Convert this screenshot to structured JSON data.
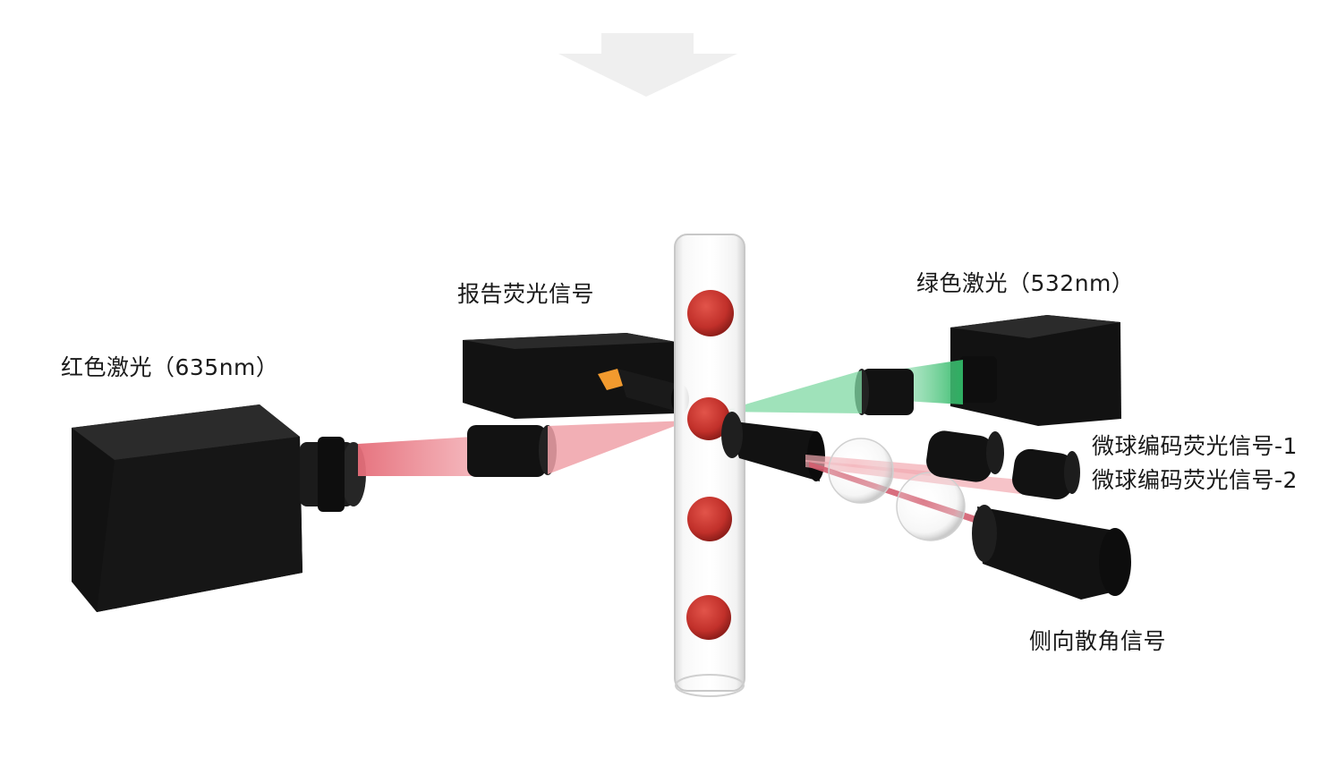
{
  "labels": {
    "red_laser": "红色激光（635nm）",
    "reporter_fluorescence": "报告荧光信号",
    "green_laser": "绿色激光（532nm）",
    "bead_code_1": "微球编码荧光信号-1",
    "bead_code_2": "微球编码荧光信号-2",
    "side_scatter": "侧向散角信号"
  },
  "colors": {
    "red_beam": "#e8707a",
    "green_beam": "#3fbf73",
    "orange_filter": "#f29a2e",
    "bead": "#c8342c",
    "device_body": "#141414"
  }
}
